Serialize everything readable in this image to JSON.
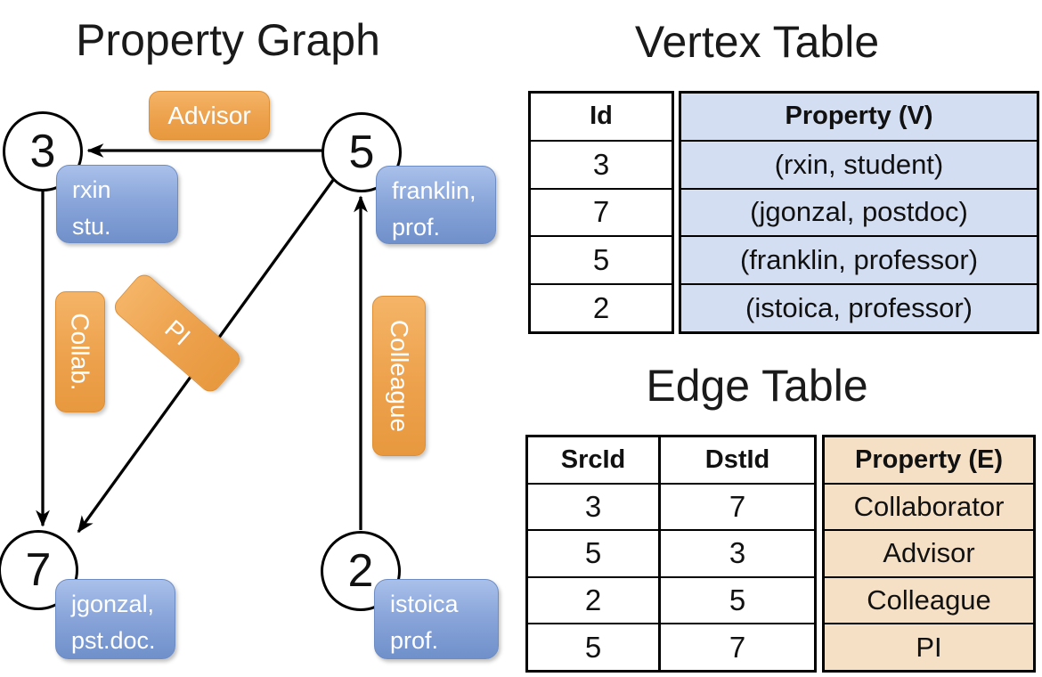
{
  "colors": {
    "edge_label_orange": "#EDA14C",
    "vertex_label_blue": "#8AA6DA",
    "vertex_table_cell_blue": "#D4DEF2",
    "edge_table_cell_tan": "#F6E0C5",
    "line_black": "#000000"
  },
  "graph": {
    "title": "Property Graph",
    "vertices": [
      {
        "id": "3",
        "property_line1": "rxin",
        "property_line2": "stu."
      },
      {
        "id": "5",
        "property_line1": "franklin,",
        "property_line2": "prof."
      },
      {
        "id": "7",
        "property_line1": "jgonzal,",
        "property_line2": "pst.doc."
      },
      {
        "id": "2",
        "property_line1": "istoica",
        "property_line2": "prof."
      }
    ],
    "edge_labels": [
      {
        "label": "Advisor"
      },
      {
        "label": "Collab."
      },
      {
        "label": "PI"
      },
      {
        "label": "Colleague"
      }
    ]
  },
  "vertex_table": {
    "title": "Vertex Table",
    "columns": [
      "Id",
      "Property (V)"
    ],
    "rows": [
      [
        "3",
        "(rxin, student)"
      ],
      [
        "7",
        "(jgonzal, postdoc)"
      ],
      [
        "5",
        "(franklin, professor)"
      ],
      [
        "2",
        "(istoica, professor)"
      ]
    ]
  },
  "edge_table": {
    "title": "Edge Table",
    "columns": [
      "SrcId",
      "DstId",
      "Property (E)"
    ],
    "rows": [
      [
        "3",
        "7",
        "Collaborator"
      ],
      [
        "5",
        "3",
        "Advisor"
      ],
      [
        "2",
        "5",
        "Colleague"
      ],
      [
        "5",
        "7",
        "PI"
      ]
    ]
  }
}
